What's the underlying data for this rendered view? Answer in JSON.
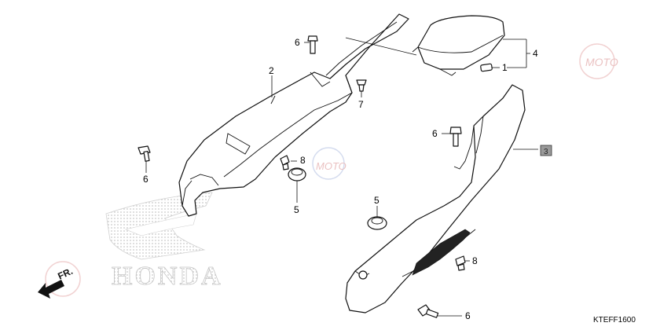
{
  "diagram": {
    "code": "KTEFF1600",
    "brand_text": "HONDA",
    "fr_text": "FR.",
    "callouts": [
      {
        "id": "c1",
        "text": "1"
      },
      {
        "id": "c2",
        "text": "2"
      },
      {
        "id": "c3",
        "text": "3"
      },
      {
        "id": "c4",
        "text": "4"
      },
      {
        "id": "c5a",
        "text": "5"
      },
      {
        "id": "c5b",
        "text": "5"
      },
      {
        "id": "c6a",
        "text": "6"
      },
      {
        "id": "c6b",
        "text": "6"
      },
      {
        "id": "c6c",
        "text": "6"
      },
      {
        "id": "c6d",
        "text": "6"
      },
      {
        "id": "c7",
        "text": "7"
      },
      {
        "id": "c8a",
        "text": "8"
      },
      {
        "id": "c8b",
        "text": "8"
      }
    ],
    "colors": {
      "ink": "#111111",
      "watermark_red": "#e8b4b4",
      "watermark_blue": "#b8c4e4",
      "logo_dots": "#d0d0d0",
      "boxed_label_fill": "#9a9a9a"
    }
  }
}
